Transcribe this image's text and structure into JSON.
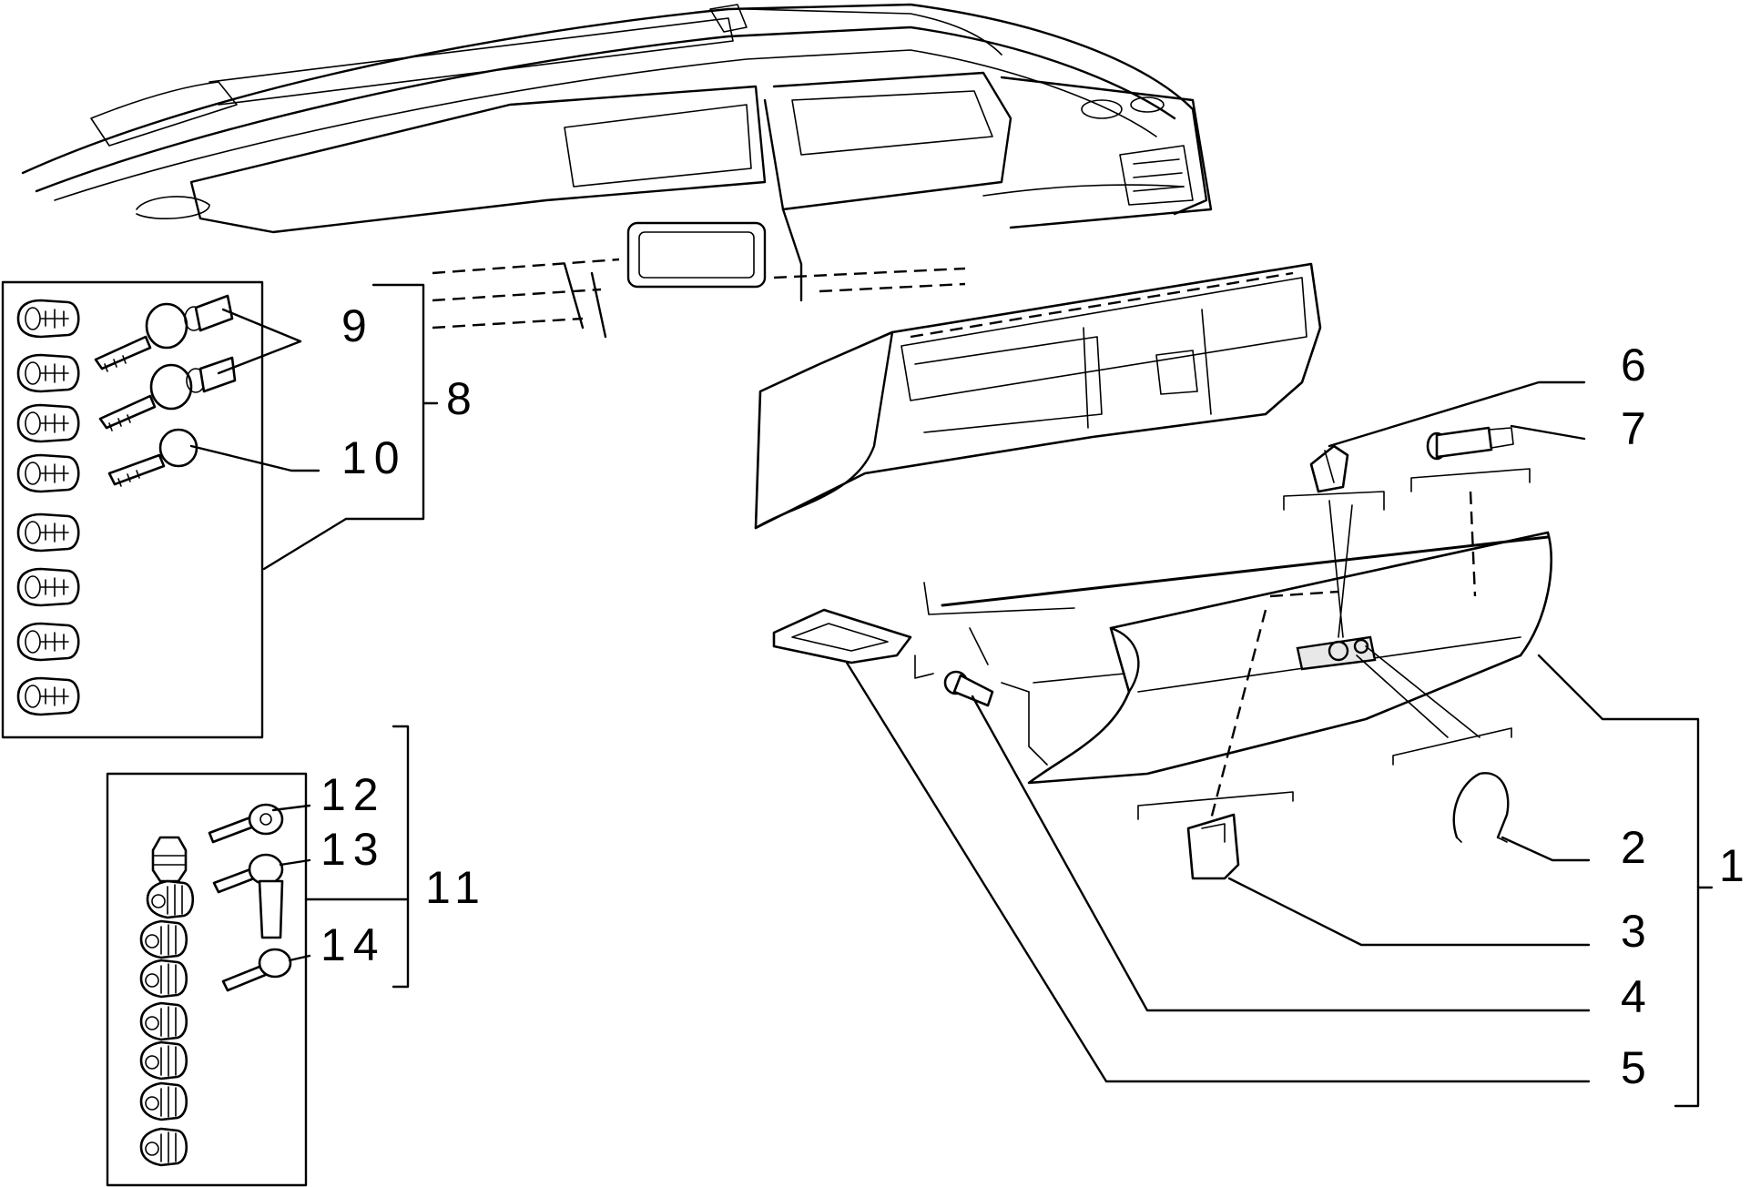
{
  "callouts": {
    "n1": "1",
    "n2": "2",
    "n3": "3",
    "n4": "4",
    "n5": "5",
    "n6": "6",
    "n7": "7",
    "n8": "8",
    "n9": "9",
    "n10": "10",
    "n11": "11",
    "n12": "12",
    "n13": "13",
    "n14": "14"
  },
  "parts": {
    "lock_barrels_set_a": 8,
    "lock_barrels_set_b": 8
  }
}
